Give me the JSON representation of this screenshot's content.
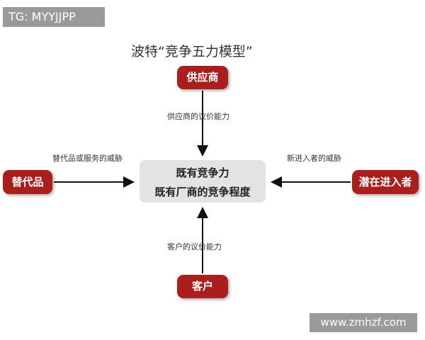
{
  "header_tag": "TG: MYYJJPP",
  "title": "波特“竞争五力模型”",
  "nodes": {
    "supplier": "供应商",
    "substitute": "替代品",
    "new_entrant": "潜在进入者",
    "customer": "客户"
  },
  "center": {
    "line1": "既有竞争力",
    "line2": "既有厂商的竞争程度"
  },
  "forces": {
    "supplier": "供应商的议价能力",
    "substitute": "替代品或服务的威胁",
    "new_entrant": "新进入者的威胁",
    "customer": "客户的议价能力"
  },
  "watermark": "www.zmhzf.com",
  "colors": {
    "node_fill": "#aa1e1e",
    "center_fill": "#e3e3e3",
    "arrow": "#111111",
    "tag_fill": "#9a9a9a"
  }
}
